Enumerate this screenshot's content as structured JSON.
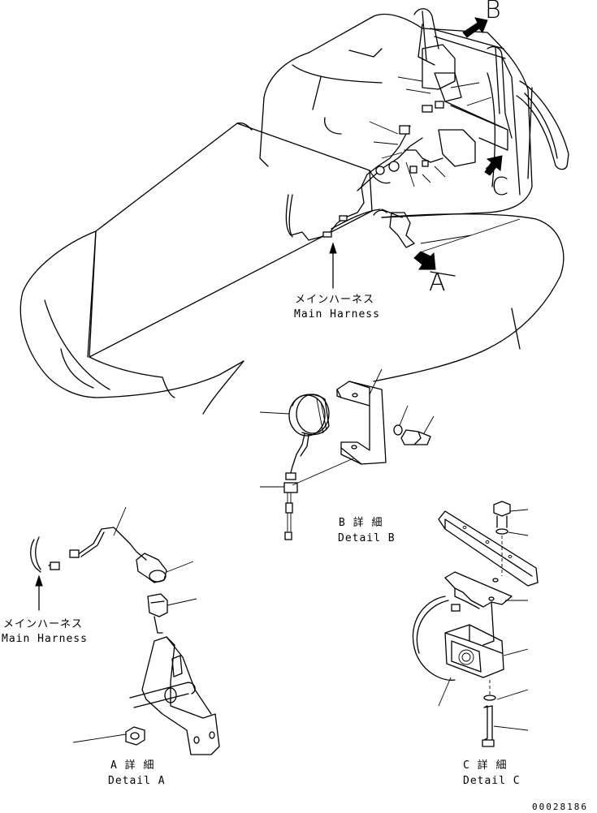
{
  "views": {
    "main": {
      "arrow_b": "B",
      "arrow_a": "A",
      "arrow_c": "C",
      "harness_jp": "メインハーネス",
      "harness_en": "Main Harness"
    },
    "detail_a": {
      "title_jp": "A 詳 細",
      "title_en": "Detail A",
      "harness_jp": "メインハーネス",
      "harness_en": "Main Harness"
    },
    "detail_b": {
      "title_jp": "B 詳 細",
      "title_en": "Detail B"
    },
    "detail_c": {
      "title_jp": "C 詳 細",
      "title_en": "Detail C"
    }
  },
  "drawing_number": "00028186"
}
